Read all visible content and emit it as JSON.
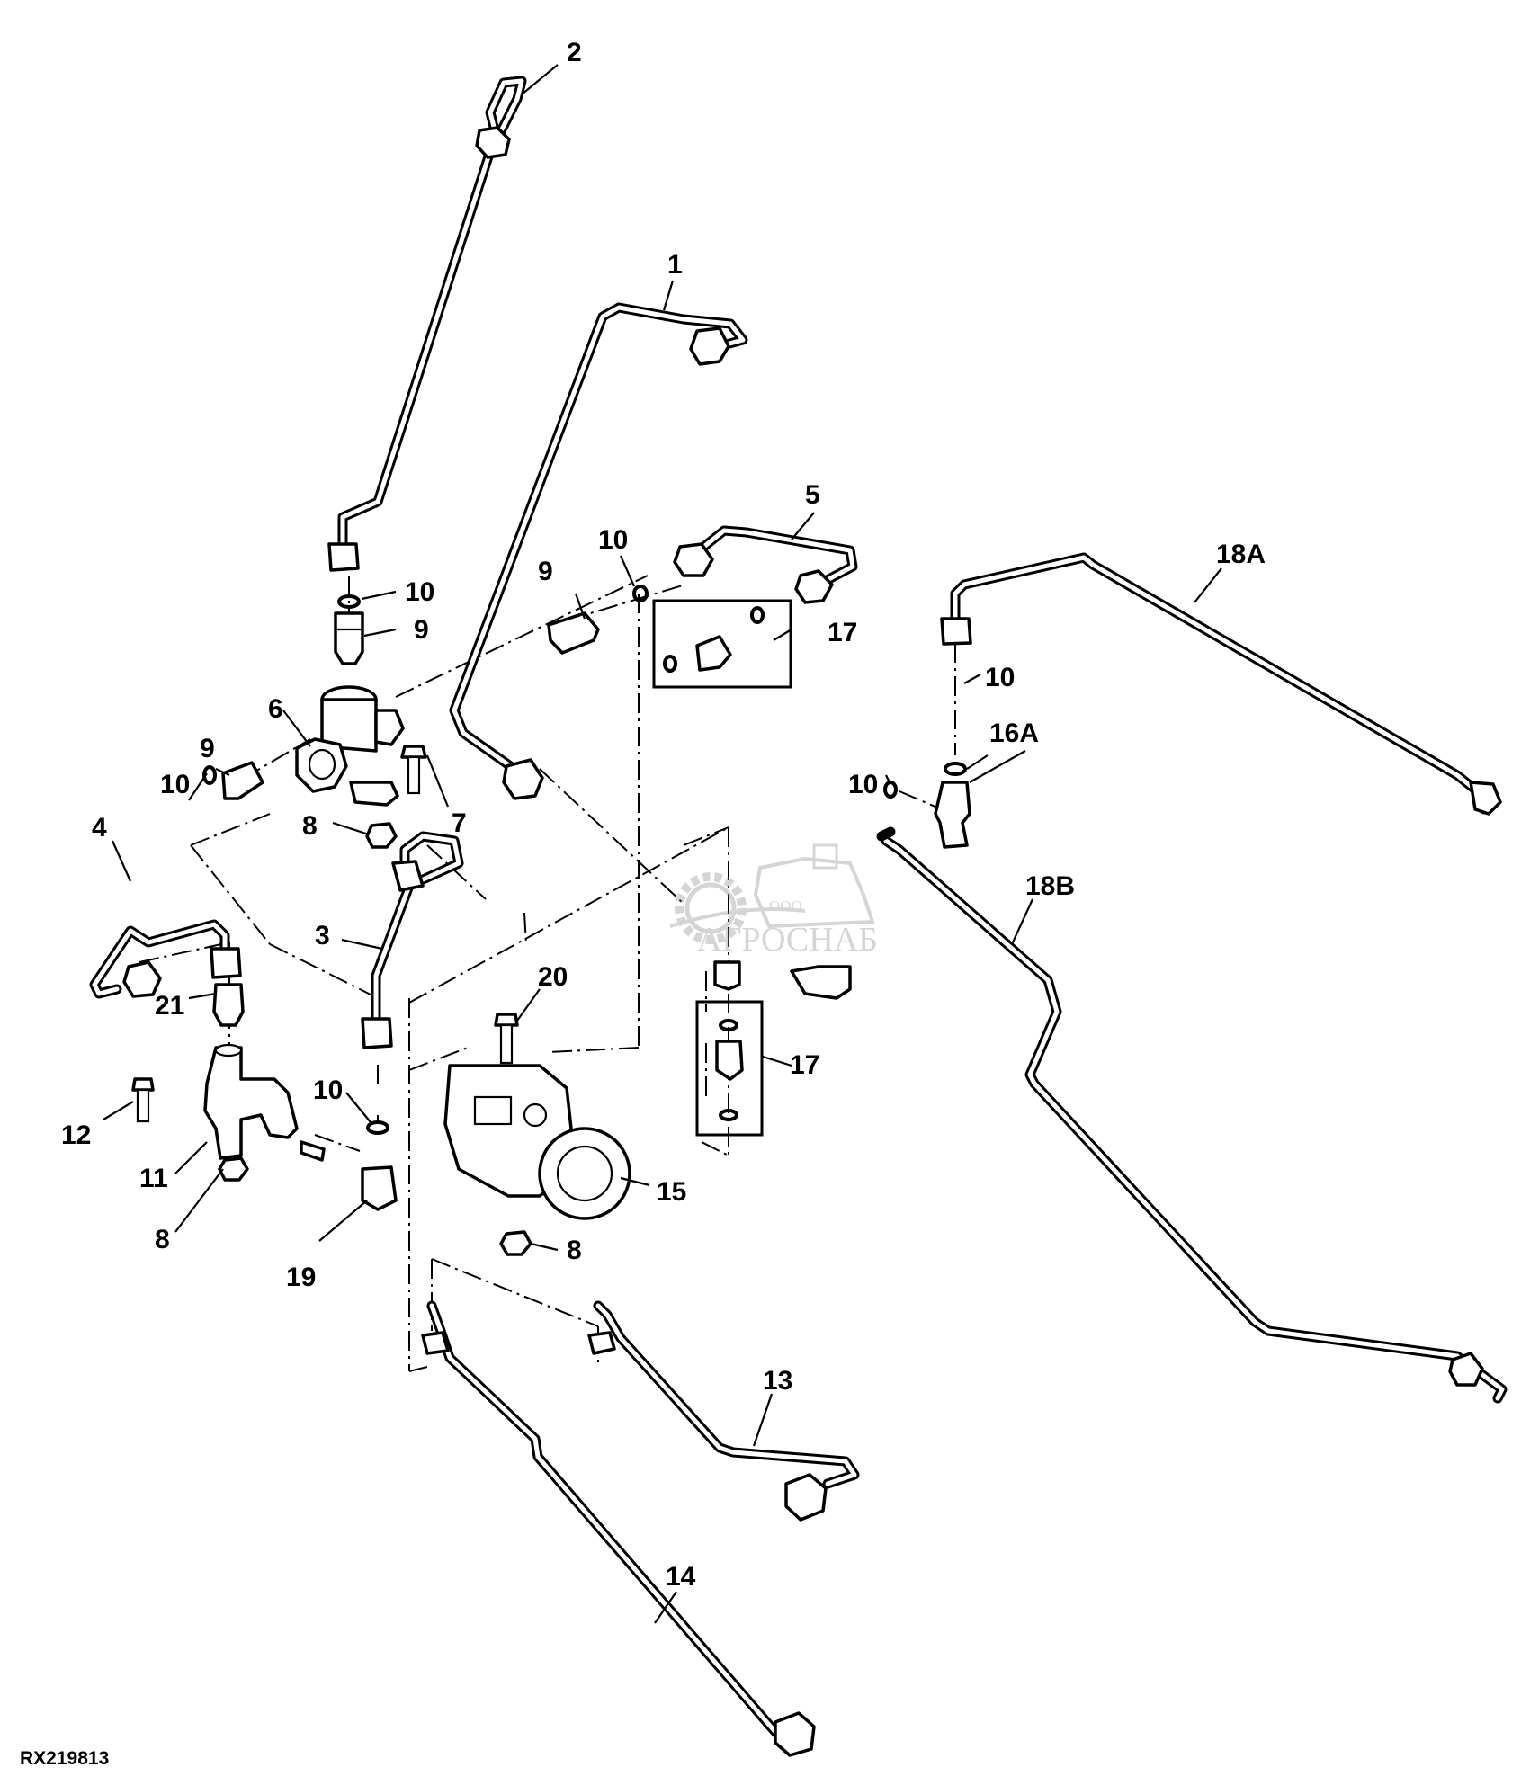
{
  "diagram": {
    "figure_id": "RX219813",
    "watermark": {
      "small": "ООО",
      "brand": "АГРОСНАБ"
    },
    "callouts": {
      "c1": "1",
      "c2": "2",
      "c3": "3",
      "c4": "4",
      "c5": "5",
      "c6": "6",
      "c7": "7",
      "c8a": "8",
      "c8b": "8",
      "c8c": "8",
      "c9a": "9",
      "c9b": "9",
      "c9c": "9",
      "c10a": "10",
      "c10b": "10",
      "c10c": "10",
      "c10d": "10",
      "c10e": "10",
      "c10f": "10",
      "c11": "11",
      "c12": "12",
      "c13": "13",
      "c14": "14",
      "c15": "15",
      "c16a": "16A",
      "c17a": "17",
      "c17b": "17",
      "c18a": "18A",
      "c18b": "18B",
      "c19": "19",
      "c20": "20",
      "c21": "21"
    }
  }
}
